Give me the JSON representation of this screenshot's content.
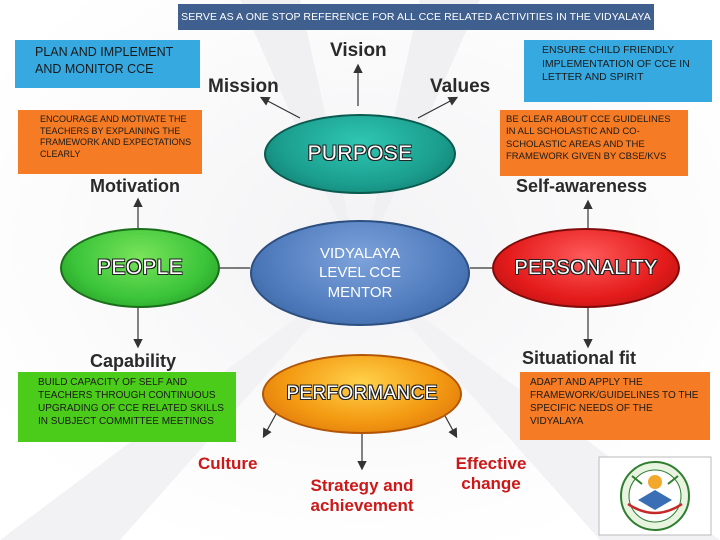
{
  "banner": "SERVE AS A  ONE STOP  REFERENCE FOR ALL CCE RELATED  ACTIVITIES IN THE VIDYALAYA",
  "boxes": {
    "plan": "PLAN AND IMPLEMENT AND MONITOR  CCE",
    "ensure": "ENSURE CHILD FRIENDLY IMPLEMENTATION OF CCE IN LETTER AND SPIRIT",
    "encourage": "ENCOURAGE AND MOTIVATE THE TEACHERS BY  EXPLAINING THE FRAMEWORK  AND EXPECTATIONS CLEARLY",
    "clear": "BE CLEAR ABOUT CCE GUIDELINES IN ALL SCHOLASTIC AND CO-SCHOLASTIC AREAS  AND THE FRAMEWORK GIVEN BY CBSE/KVS",
    "build": "BUILD CAPACITY OF SELF AND TEACHERS THROUGH CONTINUOUS UPGRADING OF CCE RELATED SKILLS IN SUBJECT COMMITTEE MEETINGS",
    "adapt": "ADAPT  AND APPLY THE FRAMEWORK/GUIDELINES TO THE SPECIFIC NEEDS OF THE VIDYALAYA"
  },
  "labels": {
    "vision": "Vision",
    "mission": "Mission",
    "values": "Values",
    "motivation": "Motivation",
    "self_awareness": "Self-awareness",
    "capability": "Capability",
    "situational_fit": "Situational fit",
    "culture": "Culture",
    "effective_change": "Effective change",
    "strategy": "Strategy and achievement"
  },
  "ovals": {
    "purpose": "PURPOSE",
    "people": "PEOPLE",
    "personality": "PERSONALITY",
    "performance": "PERFORMANCE",
    "center": "VIDYALAYA LEVEL CCE MENTOR"
  },
  "colors": {
    "banner": "#3f5f8f",
    "blue_box": "#36a9e1",
    "orange_box": "#f57b24",
    "green_box": "#4ccc1a",
    "purpose_oval": "#1b9e8e",
    "people_oval": "#3bc43a",
    "center_oval": "#4f7bbd",
    "performance_oval": "#f39a12",
    "label_red": "#cc1818"
  },
  "icons": {
    "logo": "school-emblem-icon"
  }
}
